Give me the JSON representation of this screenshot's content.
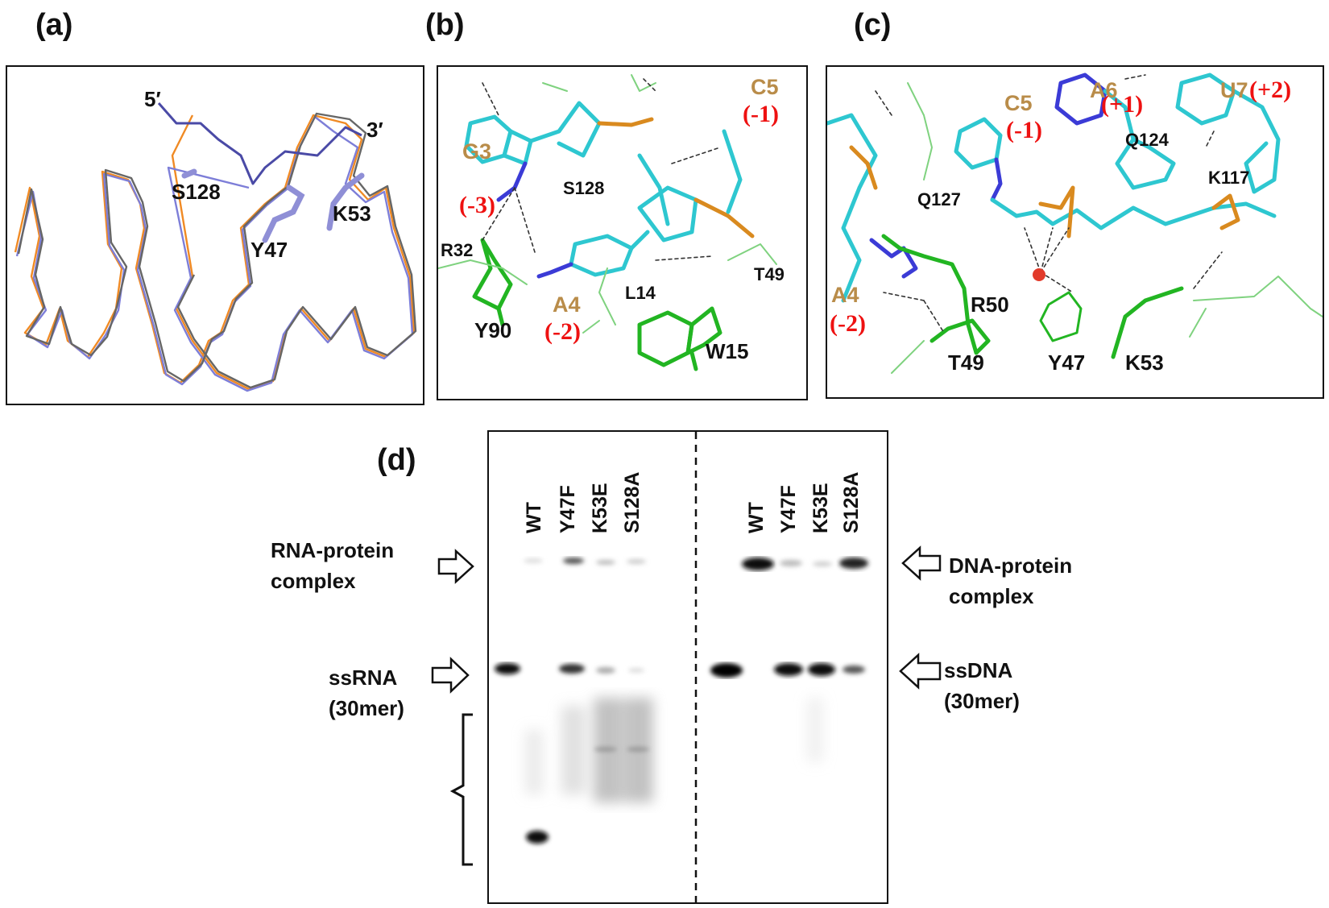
{
  "panels": {
    "a": {
      "label": "(a)",
      "ends": [
        "5′",
        "3′"
      ],
      "residues": [
        "S128",
        "K53",
        "Y47"
      ]
    },
    "b": {
      "label": "(b)",
      "residues": [
        "S128",
        "R32",
        "Y90",
        "L14",
        "W15",
        "T49"
      ],
      "nucleotides": [
        {
          "name": "G3",
          "pos": "(-3)"
        },
        {
          "name": "A4",
          "pos": "(-2)"
        },
        {
          "name": "C5",
          "pos": "(-1)"
        }
      ]
    },
    "c": {
      "label": "(c)",
      "residues": [
        "Q124",
        "K117",
        "Q127",
        "R50",
        "T49",
        "Y47",
        "K53"
      ],
      "nucleotides": [
        {
          "name": "C5",
          "pos": "(-1)"
        },
        {
          "name": "A6",
          "pos": "(+1)"
        },
        {
          "name": "U7",
          "pos": "(+2)"
        },
        {
          "name": "A4",
          "pos": "(-2)"
        }
      ]
    },
    "d": {
      "label": "(d)",
      "lanes_left": [
        "WT",
        "Y47F",
        "K53E",
        "S128A"
      ],
      "lanes_right": [
        "WT",
        "Y47F",
        "K53E",
        "S128A"
      ],
      "left_labels": {
        "complex": [
          "RNA-protein",
          "complex"
        ],
        "free": [
          "ssRNA",
          "(30mer)"
        ]
      },
      "right_labels": {
        "complex": [
          "DNA-protein",
          "complex"
        ],
        "free": [
          "ssDNA",
          "(30mer)"
        ]
      }
    }
  },
  "colors": {
    "carbon_rna": "#2ec7d0",
    "protein": "#22b522",
    "oxygen": "#e23b2b",
    "nitrogen": "#3b3bd6",
    "phosphorus": "#d98a1f",
    "orange_trace": "#f08a24",
    "blue_trace": "#7d7ed8",
    "grey_trace": "#666666",
    "nuc_label": "#b98c49",
    "pos_label": "#e11111"
  }
}
